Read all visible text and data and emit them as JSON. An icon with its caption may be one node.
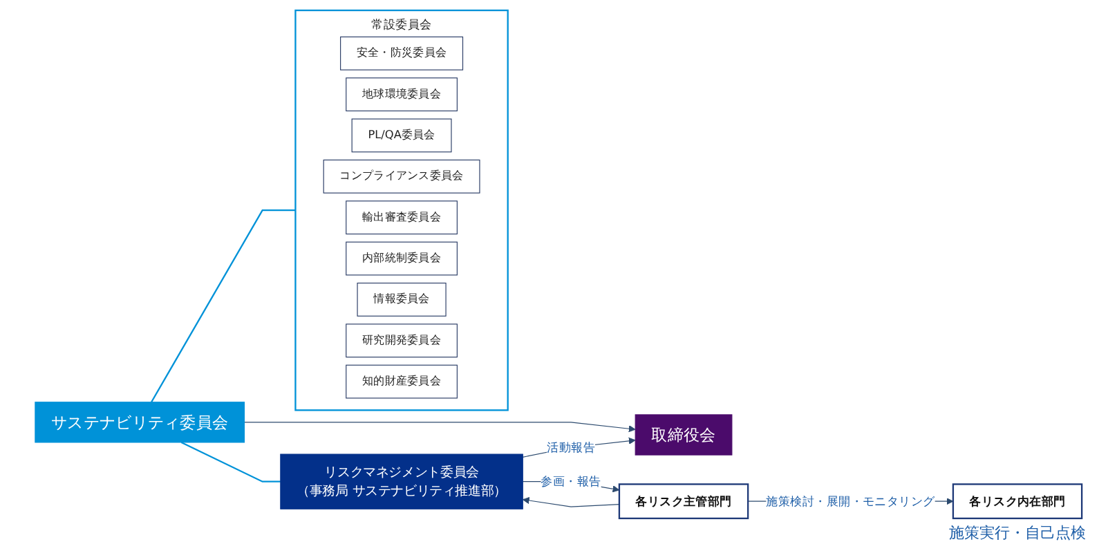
{
  "diagram": {
    "nodes": [
      {
        "text": [
          "サステナビリティ委員会"
        ]
      },
      {
        "text": [
          "リスクマネジメント委員会",
          "（事務局 サステナビリティ推進部）"
        ]
      },
      {
        "text": [
          "取締役会"
        ]
      },
      {
        "text": [
          "常設委員会"
        ]
      },
      {
        "text": [
          "安全・防災委員会"
        ],
        "in": 3
      },
      {
        "text": [
          "地球環境委員会"
        ],
        "in": 3
      },
      {
        "text": [
          "PL/QA委員会"
        ],
        "in": 3
      },
      {
        "text": [
          "コンプライアンス委員会"
        ],
        "in": 3
      },
      {
        "text": [
          "輸出審査委員会"
        ],
        "in": 3
      },
      {
        "text": [
          "内部統制委員会"
        ],
        "in": 3
      },
      {
        "text": [
          "情報委員会"
        ],
        "in": 3
      },
      {
        "text": [
          "研究開発委員会"
        ],
        "in": 3
      },
      {
        "text": [
          "知的財産委員会"
        ],
        "in": 3
      },
      {
        "text": [
          "各リスク主管部門"
        ]
      },
      {
        "text": [
          "各リスク内在部門"
        ],
        "beside": [
          "施策実行・自己点検"
        ]
      }
    ],
    "edges": [
      {
        "from": 0,
        "to": 2,
        "arrow": "to"
      },
      {
        "from": 1,
        "to": 2,
        "arrow": "to",
        "label": "活動報告"
      },
      {
        "from": 0,
        "to": 3,
        "arrow": "none",
        "color": "#0092d8"
      },
      {
        "from": 0,
        "to": 1,
        "arrow": "none",
        "color": "#0092d8"
      },
      {
        "from": 1,
        "to": 13,
        "arrow": "to",
        "label": "参画・報告"
      },
      {
        "from": 13,
        "to": 1,
        "arrow": "to"
      },
      {
        "from": 13,
        "to": 14,
        "arrow": "to",
        "label": "施策検討・展開・モニタリング"
      }
    ]
  }
}
